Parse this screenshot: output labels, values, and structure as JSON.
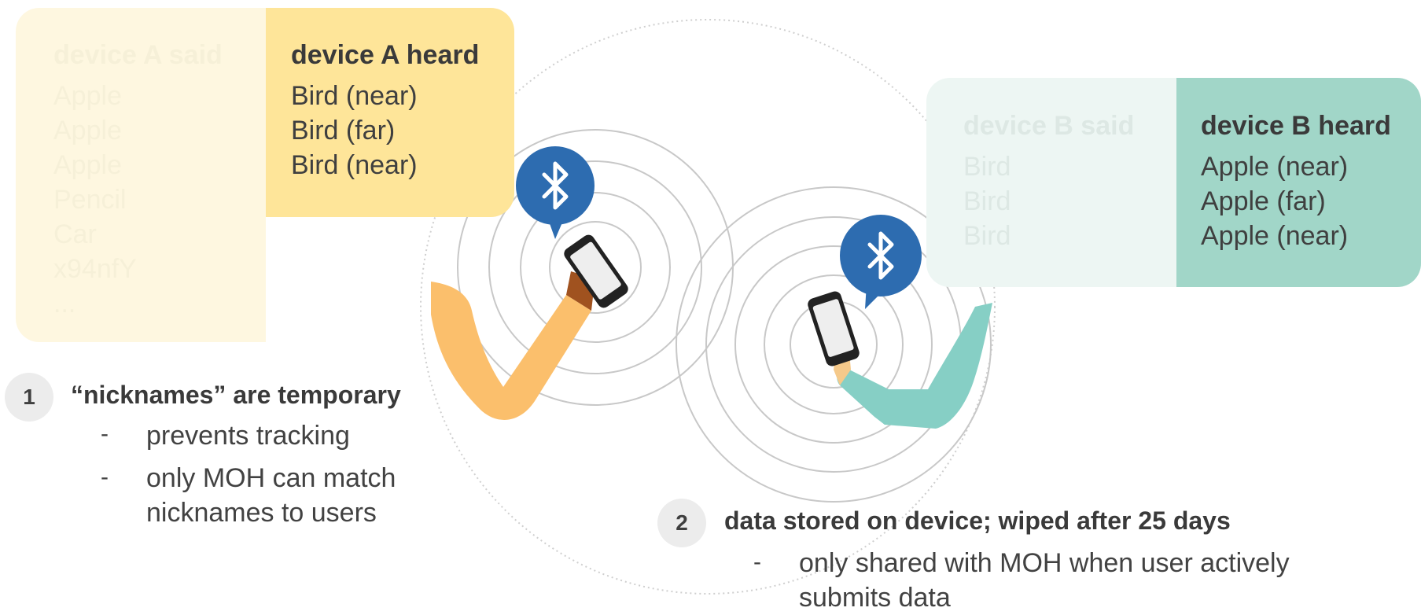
{
  "device_a": {
    "said_header": "device A said",
    "said_items": [
      "Apple",
      "Apple",
      "Apple",
      "Pencil",
      "Car",
      "x94nfY",
      "..."
    ],
    "heard_header": "device A heard",
    "heard_items": [
      "Bird (near)",
      "Bird (far)",
      "Bird (near)"
    ]
  },
  "device_b": {
    "said_header": "device B said",
    "said_items": [
      "Bird",
      "Bird",
      "Bird"
    ],
    "heard_header": "device B heard",
    "heard_items": [
      "Apple (near)",
      "Apple (far)",
      "Apple (near)"
    ]
  },
  "note1": {
    "number": "1",
    "title": "“nicknames” are temporary",
    "bullet1": "prevents tracking",
    "bullet2_line1": "only MOH can match",
    "bullet2_line2": "nicknames to users"
  },
  "note2": {
    "number": "2",
    "title": "data stored on device; wiped after 25 days",
    "bullet1_line1": "only shared with MOH when user actively",
    "bullet1_line2": "submits data"
  },
  "dash": "-",
  "icons": [
    "bluetooth-icon",
    "phone-icon",
    "arm-illustration"
  ],
  "colors": {
    "card_a_heard": "#FEE599",
    "card_a_said": "#FEF7E0",
    "card_b_heard": "#A1D6C8",
    "card_b_said": "#EDF6F3",
    "bluetooth": "#2D6CB0",
    "arm_a": "#FBBF6C",
    "arm_b": "#86CFC5",
    "badge": "#ECECEC"
  }
}
